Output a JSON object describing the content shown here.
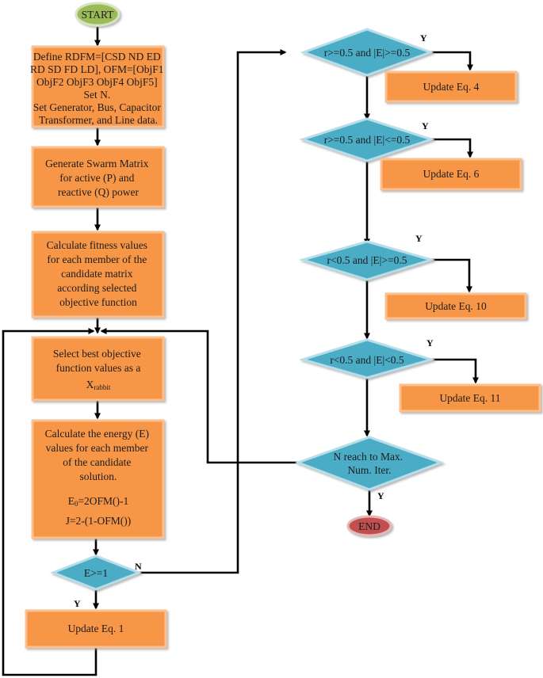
{
  "flowchart": {
    "start": "START",
    "end": "END",
    "define_step": [
      "Define RDFM=[CSD ND ED",
      "RD SD FD LD], OFM=[ObjF1",
      "ObjF2 ObjF3 ObjF4 ObjF5]",
      "Set N.",
      "Set Generator, Bus, Capacitor",
      "Transformer, and Line data."
    ],
    "swarm_step": [
      "Generate Swarm Matrix",
      "for active (P) and",
      "reactive (Q) power"
    ],
    "fitness_step": [
      "Calculate fitness values",
      "for each member of the",
      "candidate matrix",
      "according selected",
      "objective function"
    ],
    "select_step": [
      "Select best objective",
      "function values as a"
    ],
    "select_var": "X",
    "select_sub": "rabbit",
    "energy_step": [
      "Calculate the energy (E)",
      "values for each member",
      "of the candidate",
      "solution."
    ],
    "energy_eq1_main": "E",
    "energy_eq1_sub": "0",
    "energy_eq1_rest": "=2OFM()-1",
    "energy_eq2": "J=2-(1-OFM())",
    "decision_e": "E>=1",
    "update_1": "Update Eq. 1",
    "decision_1": "r>=0.5 and |E|>=0.5",
    "update_4": "Update Eq. 4",
    "decision_2": "r>=0.5 and |E|<=0.5",
    "update_6": "Update Eq. 6",
    "decision_3": "r<0.5 and |E|>=0.5",
    "update_10": "Update Eq. 10",
    "decision_4": "r<0.5 and |E|<0.5",
    "update_11": "Update Eq. 11",
    "decision_max": [
      "N reach to Max.",
      "Num. Iter."
    ],
    "yes": "Y",
    "no": "N"
  },
  "colors": {
    "process_fill": "#f79646",
    "process_border": "#fac090",
    "decision_fill": "#4bacc6",
    "decision_border": "#b7dde8",
    "start_fill": "#9bbb59",
    "end_fill": "#c0504d",
    "line": "#000000"
  }
}
